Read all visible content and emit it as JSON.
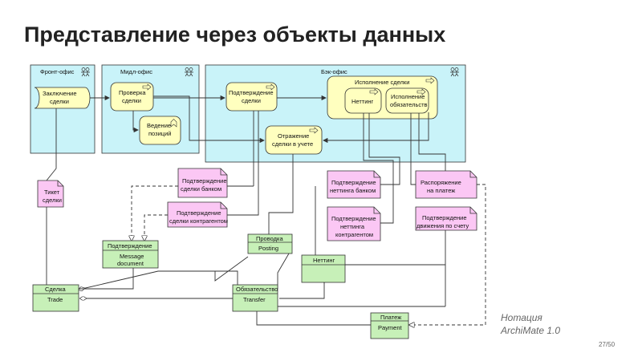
{
  "slide": {
    "title": "Представление через объекты данных",
    "notation_line1": "Нотация",
    "notation_line2": "ArchiMate 1.0",
    "page": "27/50"
  },
  "colors": {
    "zone_fill": "#c9f3f9",
    "process_fill": "#ffffbf",
    "artifact_fill": "#fbc7f4",
    "data_fill": "#c7f0b8",
    "stroke": "#333333"
  },
  "zones": {
    "front": "Фронт-офис",
    "mid": "Мидл-офис",
    "back": "Бэк-офис"
  },
  "processes": {
    "conclude_deal": [
      "Заключение",
      "сделки"
    ],
    "check_deal": [
      "Проверка",
      "сделки"
    ],
    "keep_positions": [
      "Ведение",
      "позиций"
    ],
    "confirm_deal": [
      "Подтверждение",
      "сделки"
    ],
    "deal_execution": "Исполнение сделки",
    "netting": "Неттинг",
    "fulfil_obligations": [
      "Исполнение",
      "обязательств"
    ],
    "reflect_accounting": [
      "Отражение",
      "сделки в учете"
    ]
  },
  "artifacts": {
    "ticket": [
      "Тикет",
      "сделки"
    ],
    "bank_confirm": [
      "Подтверждение",
      "сделки банком"
    ],
    "counterparty_confirm": [
      "Подтверждение",
      "сделки контрагентом"
    ],
    "netting_bank_confirm": [
      "Подтверждение",
      "неттинга банком"
    ],
    "netting_counterparty_confirm": [
      "Подтверждение",
      "неттинга",
      "контрагентом"
    ],
    "payment_order": [
      "Распоряжение",
      "на платеж"
    ],
    "account_movement_confirm": [
      "Подтверждение",
      "движения по счету"
    ]
  },
  "data_objects": {
    "confirmation": [
      "Подтверждение",
      "Message",
      "document"
    ],
    "posting": [
      "Проводка",
      "Posting"
    ],
    "netting": "Неттинг",
    "deal": [
      "Сделка",
      "Trade"
    ],
    "obligation": [
      "Обязательство",
      "Transfer"
    ],
    "payment": [
      "Платеж",
      "Payment"
    ]
  }
}
